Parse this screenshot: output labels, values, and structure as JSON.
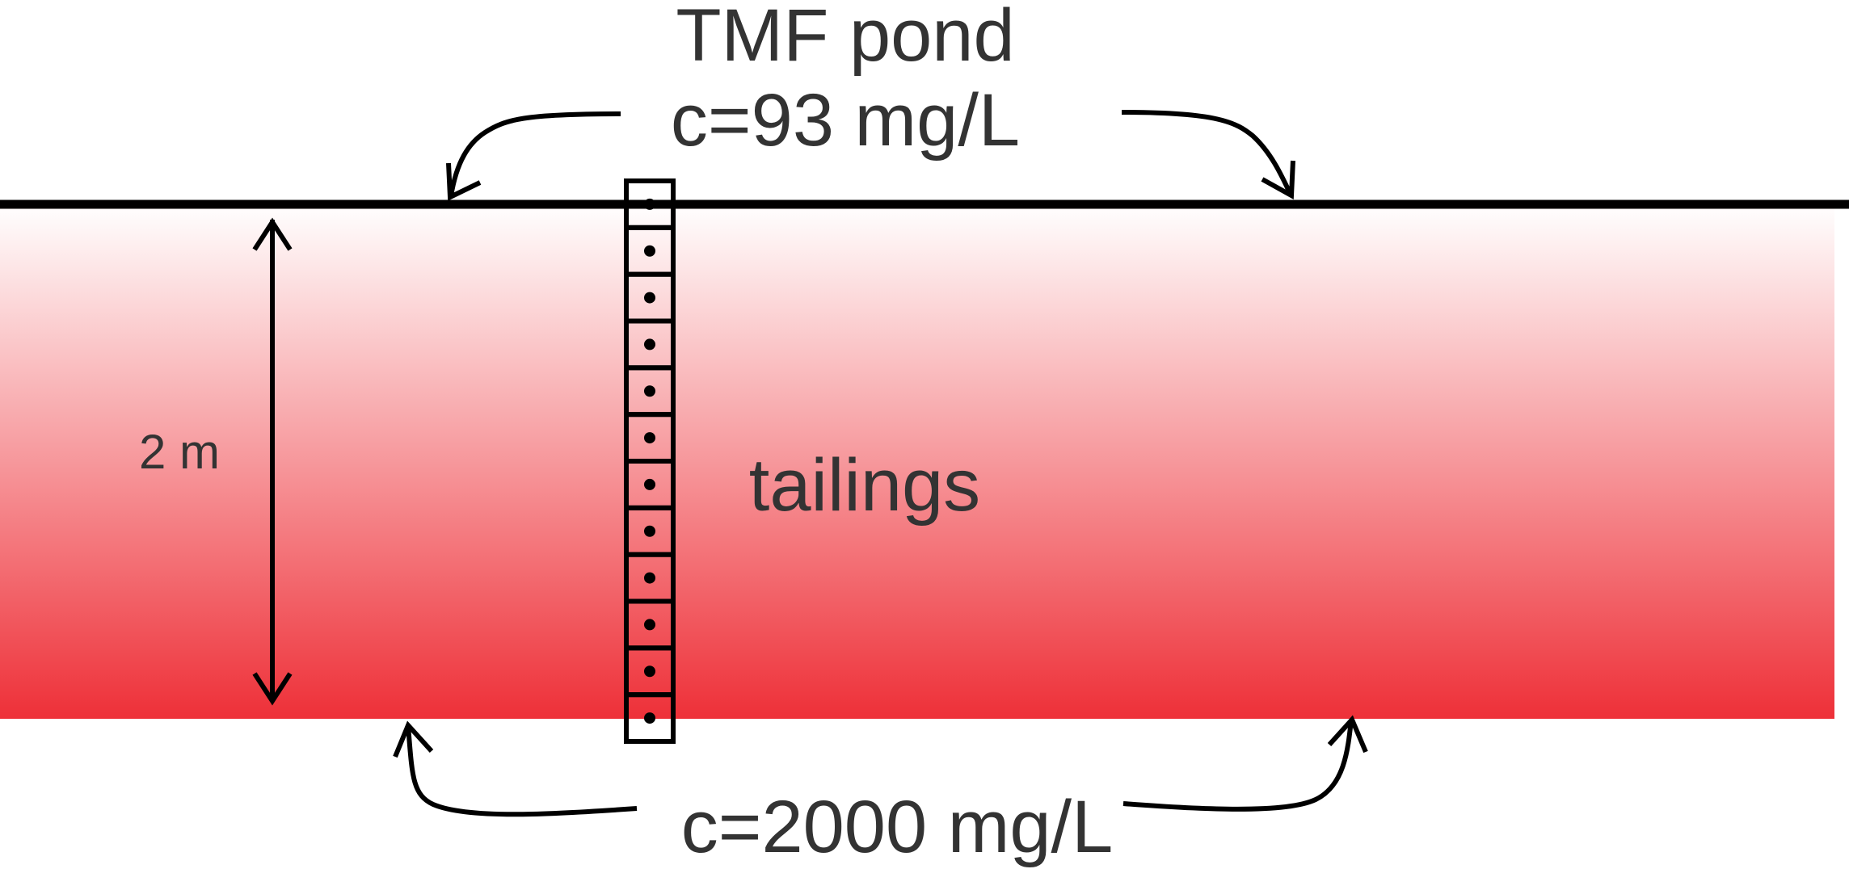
{
  "pond": {
    "title": "TMF pond",
    "concentration": "c=93 mg/L"
  },
  "tailings": {
    "label": "tailings",
    "concentration": "c=2000 mg/L",
    "depth": "2 m",
    "colors": {
      "top": "#ffffff",
      "bottom": "#ee3038"
    }
  },
  "column": {
    "cell_count": 12
  }
}
